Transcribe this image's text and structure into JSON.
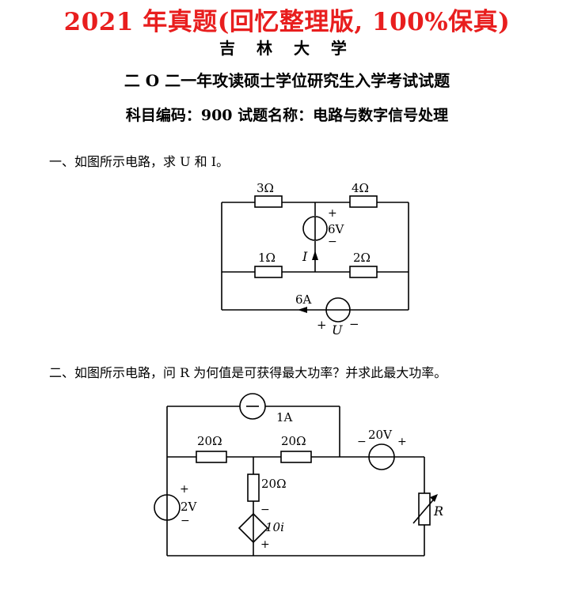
{
  "header": {
    "title": "2021 年真题(回忆整理版, 100%保真)",
    "school": "吉 林 大 学",
    "exam_title": "二 O 二一年攻读硕士学位研究生入学考试试题",
    "subject": "科目编码：900    试题名称：电路与数字信号处理"
  },
  "questions": [
    {
      "text": "一、如图所示电路，求 U 和 I。",
      "circuit": {
        "r_top_left": "3Ω",
        "r_top_right": "4Ω",
        "r_mid_left": "1Ω",
        "r_mid_right": "2Ω",
        "vsrc_value": "6V",
        "vsrc_plus": "+",
        "vsrc_minus": "−",
        "current_label": "I",
        "isrc_value": "6A",
        "u_label": "U",
        "u_plus": "+",
        "u_minus": "−"
      }
    },
    {
      "text": "二、如图所示电路，问 R 为何值是可获得最大功率？并求此最大功率。",
      "circuit": {
        "isrc_value": "1A",
        "r_left": "20Ω",
        "r_mid": "20Ω",
        "r_vertical": "20Ω",
        "vsrc_left_value": "2V",
        "vsrc_left_plus": "+",
        "vsrc_left_minus": "−",
        "vsrc_right_value": "20V",
        "vsrc_right_plus": "+",
        "vsrc_right_minus": "−",
        "dep_value": "10i",
        "dep_plus": "+",
        "dep_minus": "−",
        "load_label": "R"
      }
    }
  ]
}
